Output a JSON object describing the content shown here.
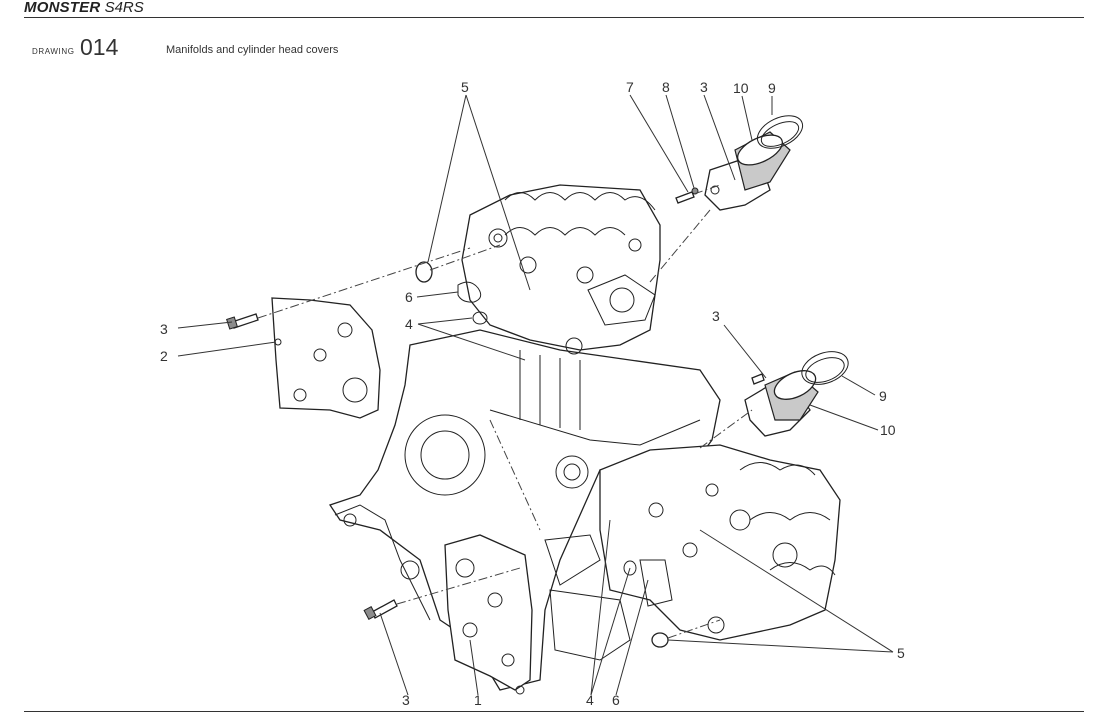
{
  "header": {
    "brand": "MONSTER",
    "model": "S4RS"
  },
  "drawing": {
    "label": "DRAWING",
    "number": "014",
    "title": "Manifolds and cylinder head covers"
  },
  "callouts": {
    "c5_top": "5",
    "c7": "7",
    "c8": "8",
    "c3_top": "3",
    "c10_top": "10",
    "c9_top": "9",
    "c6_top": "6",
    "c4_left": "4",
    "c3_left": "3",
    "c2": "2",
    "c3_mid": "3",
    "c9_mid": "9",
    "c10_mid": "10",
    "c5_bottom": "5",
    "c3_bottom": "3",
    "c1": "1",
    "c4_bottom": "4",
    "c6_bottom": "6"
  }
}
